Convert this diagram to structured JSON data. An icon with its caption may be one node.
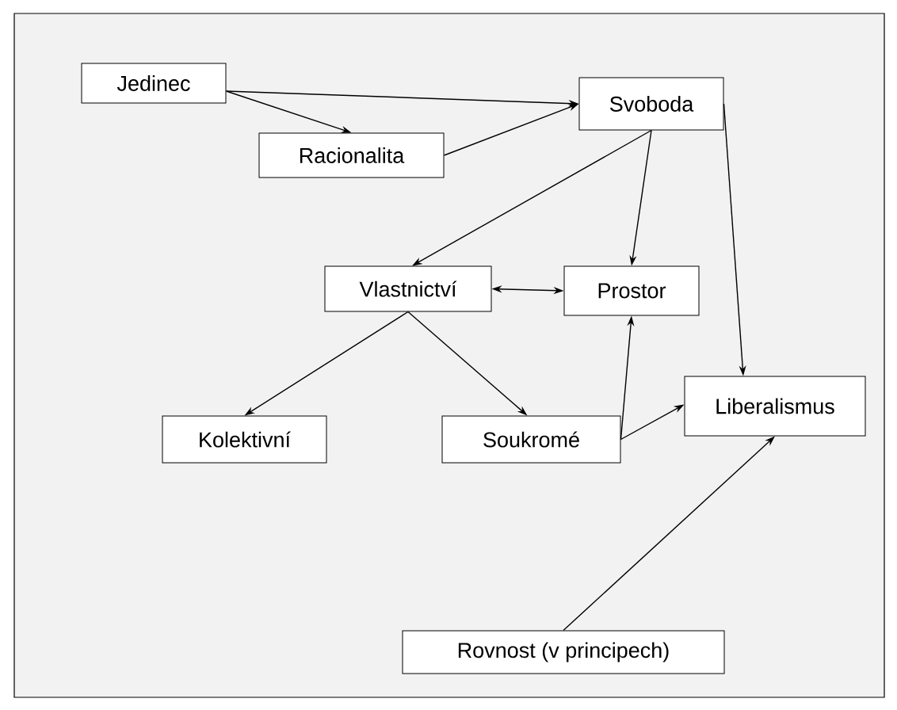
{
  "diagram": {
    "nodes": [
      {
        "text": [
          "Jedinec"
        ]
      },
      {
        "text": [
          "Racionalita"
        ]
      },
      {
        "text": [
          "Svoboda"
        ]
      },
      {
        "text": [
          "Vlastnictví"
        ]
      },
      {
        "text": [
          "Prostor"
        ]
      },
      {
        "text": [
          "Liberalismus"
        ]
      },
      {
        "text": [
          "Kolektivní"
        ]
      },
      {
        "text": [
          "Soukromé"
        ]
      },
      {
        "text": [
          "Rovnost (v principech)"
        ]
      }
    ],
    "edges": [
      {
        "from": 0,
        "to": 2,
        "arrow": "to"
      },
      {
        "from": 0,
        "to": 1,
        "arrow": "to"
      },
      {
        "from": 1,
        "to": 2,
        "arrow": "to"
      },
      {
        "from": 2,
        "to": 3,
        "arrow": "to"
      },
      {
        "from": 2,
        "to": 4,
        "arrow": "to"
      },
      {
        "from": 2,
        "to": 5,
        "arrow": "to"
      },
      {
        "from": 3,
        "to": 4,
        "arrow": "both"
      },
      {
        "from": 3,
        "to": 6,
        "arrow": "to"
      },
      {
        "from": 3,
        "to": 7,
        "arrow": "to"
      },
      {
        "from": 7,
        "to": 4,
        "arrow": "to"
      },
      {
        "from": 7,
        "to": 5,
        "arrow": "to"
      },
      {
        "from": 8,
        "to": 5,
        "arrow": "to"
      }
    ]
  }
}
